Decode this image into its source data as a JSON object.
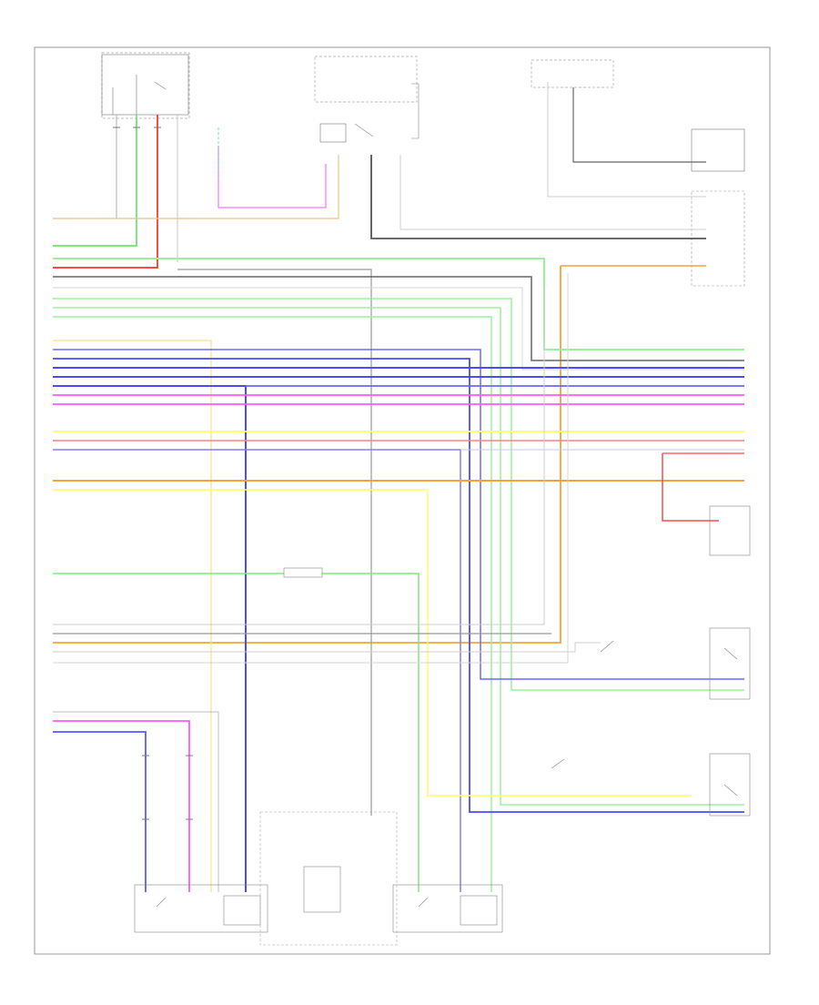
{
  "diagram": {
    "footer_code": "",
    "components": [
      {
        "id": "rear-light-switch",
        "label": ""
      },
      {
        "id": "multiplex-center",
        "label": ""
      },
      {
        "id": "combination-meter",
        "label": ""
      },
      {
        "id": "front-passenger-door",
        "label": ""
      },
      {
        "id": "left-door-lamp",
        "label": ""
      },
      {
        "id": "lumbar",
        "label": ""
      },
      {
        "id": "door-sw",
        "label": ""
      },
      {
        "id": "left-rear-door-lock",
        "label": ""
      },
      {
        "id": "right-rear-door-lock",
        "label": ""
      },
      {
        "id": "left-front-door-lock",
        "label": ""
      },
      {
        "id": "rear-door-lock-actuator",
        "label": ""
      },
      {
        "id": "right-front-door-lock",
        "label": ""
      }
    ],
    "wire_colors": {
      "green": "#7ee87e",
      "light_green": "#9cf09c",
      "red": "#ff4a4a",
      "gray": "#8c8c8c",
      "dark_gray": "#555555",
      "blue": "#4a4aff",
      "violet": "#8a7cf0",
      "magenta": "#ff5aff",
      "pink": "#ff8cff",
      "yellow": "#ffff66",
      "pale_yellow": "#f3e58c",
      "orange": "#f7a23b",
      "tan": "#e8c48a",
      "light_gray": "#cfcfcf",
      "cyan": "#66e0e0",
      "black": "#333333"
    }
  }
}
